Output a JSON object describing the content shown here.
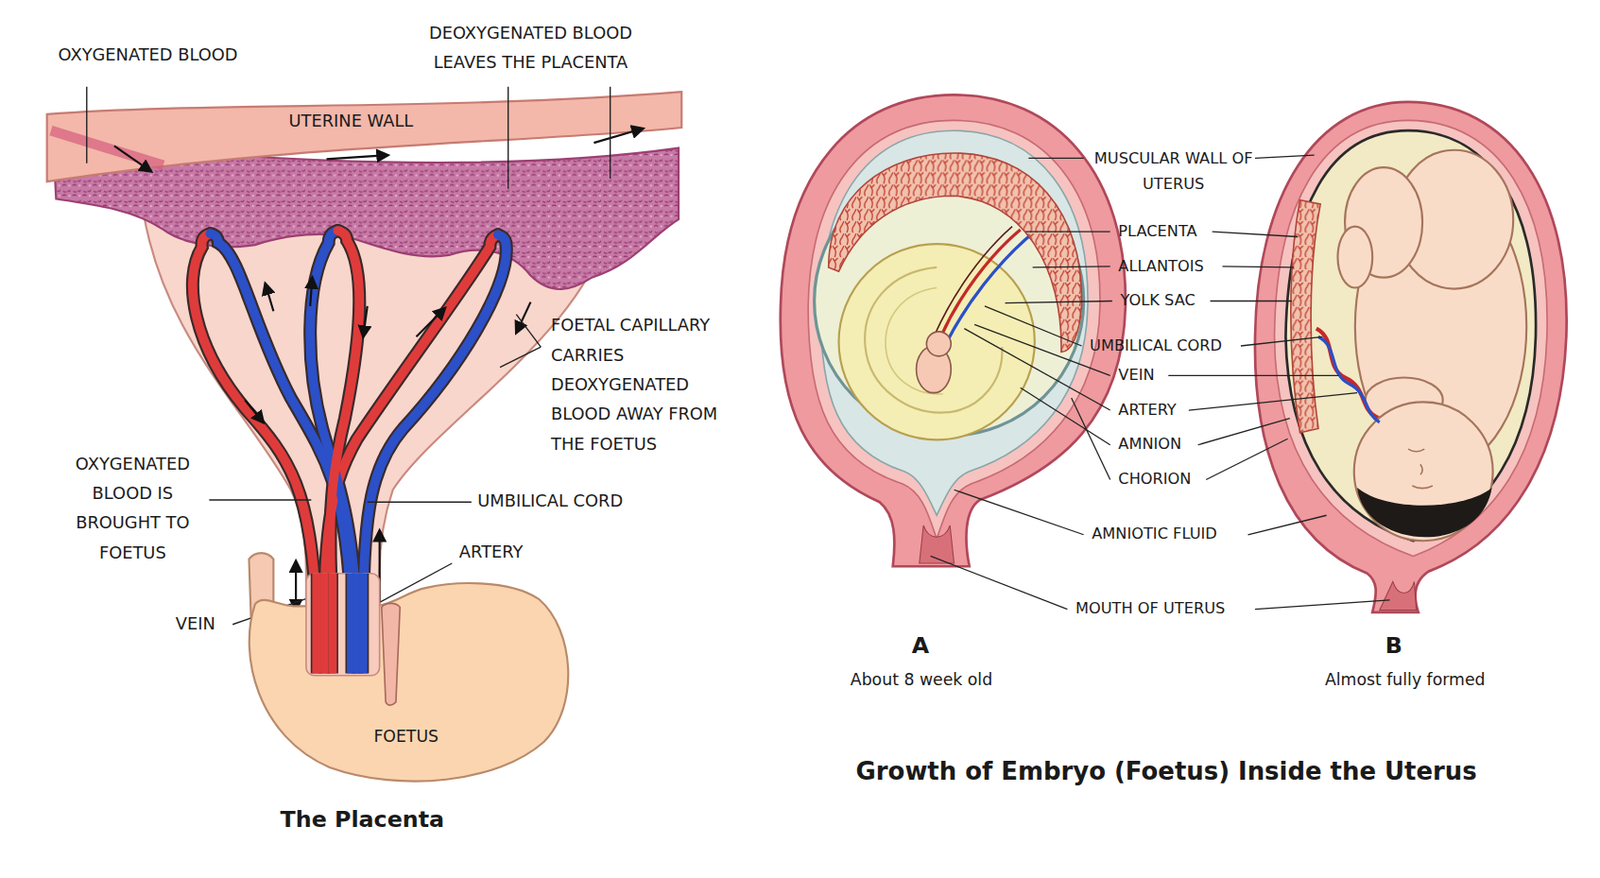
{
  "diagram": {
    "nodes": [
      {
        "text": [
          "FOETUS"
        ]
      }
    ],
    "labels": [
      "OXYGENATED BLOOD",
      "DEOXYGENATED BLOOD LEAVES THE PLACENTA",
      "UTERINE WALL",
      "FOETAL CAPILLARY CARRIES DEOXYGENATED BLOOD AWAY FROM THE FOETUS",
      "OXYGENATED BLOOD IS BROUGHT TO FOETUS",
      "UMBILICAL CORD",
      "ARTERY",
      "VEIN",
      "The Placenta",
      "MUSCULAR WALL OF UTERUS",
      "PLACENTA",
      "ALLANTOIS",
      "YOLK SAC",
      "UMBILICAL CORD",
      "VEIN",
      "ARTERY",
      "AMNION",
      "CHORION",
      "AMNIOTIC FLUID",
      "MOUTH OF UTERUS",
      "A",
      "About 8 week old",
      "B",
      "Almost fully formed",
      "Growth of Embryo (Foetus) Inside the Uterus"
    ]
  }
}
